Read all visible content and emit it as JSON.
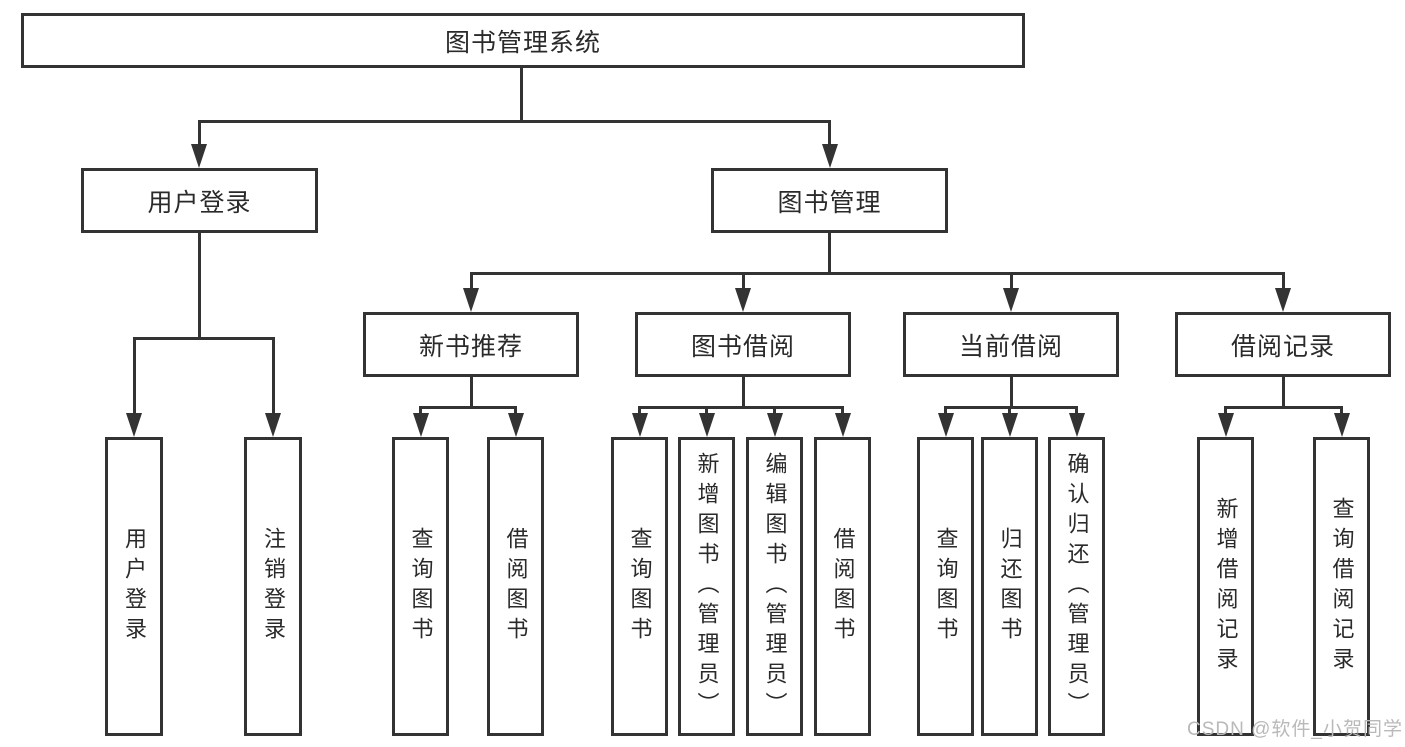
{
  "nodes": {
    "root": "图书管理系统",
    "user_login": "用户登录",
    "book_mgmt": "图书管理",
    "new_books": "新书推荐",
    "book_borrow": "图书借阅",
    "current_borrow": "当前借阅",
    "borrow_records": "借阅记录",
    "ul_login": "用户登录",
    "ul_logout": "注销登录",
    "nb_query": "查询图书",
    "nb_borrow": "借阅图书",
    "bb_query": "查询图书",
    "bb_add": "新增图书（管理员）",
    "bb_edit": "编辑图书（管理员）",
    "bb_borrow": "借阅图书",
    "cb_query": "查询图书",
    "cb_return": "归还图书",
    "cb_confirm": "确认归还（管理员）",
    "br_add": "新增借阅记录",
    "br_query": "查询借阅记录"
  },
  "structure": {
    "root": "图书管理系统",
    "children": [
      {
        "label": "用户登录",
        "children": [
          "用户登录",
          "注销登录"
        ]
      },
      {
        "label": "图书管理",
        "children": [
          {
            "label": "新书推荐",
            "children": [
              "查询图书",
              "借阅图书"
            ]
          },
          {
            "label": "图书借阅",
            "children": [
              "查询图书",
              "新增图书（管理员）",
              "编辑图书（管理员）",
              "借阅图书"
            ]
          },
          {
            "label": "当前借阅",
            "children": [
              "查询图书",
              "归还图书",
              "确认归还（管理员）"
            ]
          },
          {
            "label": "借阅记录",
            "children": [
              "新增借阅记录",
              "查询借阅记录"
            ]
          }
        ]
      }
    ]
  },
  "watermark": "CSDN @软件_小贺同学",
  "colors": {
    "line": "#333333",
    "text": "#2a2a2a",
    "watermark": "#b9b9b9",
    "background": "#ffffff"
  }
}
